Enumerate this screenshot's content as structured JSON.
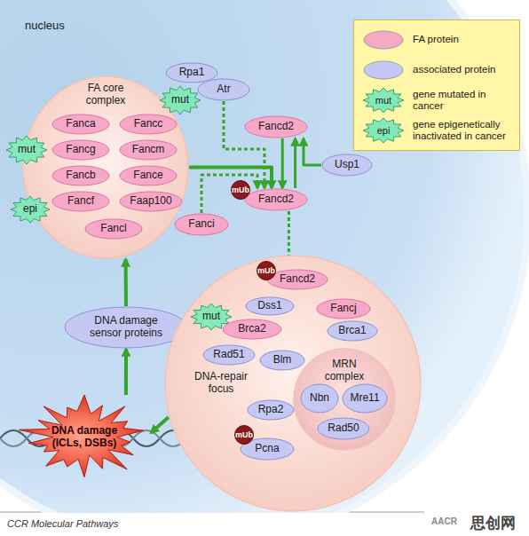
{
  "diagram": {
    "caption": "CCR Molecular Pathways",
    "nodes": [
      {
        "text": [
          "nucleus"
        ]
      },
      {
        "text": [
          "FA core complex"
        ],
        "in": 0
      },
      {
        "text": [
          "Fanca"
        ],
        "in": 1
      },
      {
        "text": [
          "Fancc"
        ],
        "in": 1
      },
      {
        "text": [
          "Fancg"
        ],
        "in": 1
      },
      {
        "text": [
          "Fancm"
        ],
        "in": 1
      },
      {
        "text": [
          "Fancb"
        ],
        "in": 1
      },
      {
        "text": [
          "Fance"
        ],
        "in": 1
      },
      {
        "text": [
          "Fancf"
        ],
        "in": 1
      },
      {
        "text": [
          "Faap100"
        ],
        "in": 1
      },
      {
        "text": [
          "Fancl"
        ],
        "in": 1
      },
      {
        "text": [
          "mut"
        ],
        "in": 0
      },
      {
        "text": [
          "mut"
        ],
        "in": 0
      },
      {
        "text": [
          "epi"
        ],
        "in": 0
      },
      {
        "text": [
          "Rpa1"
        ],
        "in": 0
      },
      {
        "text": [
          "Atr"
        ],
        "in": 0
      },
      {
        "text": [
          "Fancd2"
        ],
        "in": 0
      },
      {
        "text": [
          "Fancd2"
        ],
        "in": 0
      },
      {
        "text": [
          "mUb"
        ],
        "in": 0
      },
      {
        "text": [
          "Usp1"
        ],
        "in": 0
      },
      {
        "text": [
          "Fanci"
        ],
        "in": 0
      },
      {
        "text": [
          "DNA damage sensor proteins"
        ],
        "in": 0
      },
      {
        "text": [
          "DNA damage (ICLs, DSBs)"
        ],
        "in": 0
      },
      {
        "text": [
          "DNA-repair focus"
        ],
        "in": 0
      },
      {
        "text": [
          "Fancd2"
        ],
        "in": 23
      },
      {
        "text": [
          "mUb"
        ],
        "in": 23
      },
      {
        "text": [
          "mut"
        ],
        "in": 23
      },
      {
        "text": [
          "Dss1"
        ],
        "in": 23
      },
      {
        "text": [
          "Fancj"
        ],
        "in": 23
      },
      {
        "text": [
          "Brca2"
        ],
        "in": 23
      },
      {
        "text": [
          "Brca1"
        ],
        "in": 23
      },
      {
        "text": [
          "Rad51"
        ],
        "in": 23
      },
      {
        "text": [
          "Blm"
        ],
        "in": 23
      },
      {
        "text": [
          "MRN complex"
        ],
        "in": 23
      },
      {
        "text": [
          "Nbn"
        ],
        "in": 33
      },
      {
        "text": [
          "Mre11"
        ],
        "in": 33
      },
      {
        "text": [
          "Rad50"
        ],
        "in": 33
      },
      {
        "text": [
          "Rpa2"
        ],
        "in": 23
      },
      {
        "text": [
          "Pcna"
        ],
        "in": 23
      },
      {
        "text": [
          "mUb"
        ],
        "in": 23
      }
    ],
    "edges": [
      {
        "from": 1,
        "to": 17,
        "arrow": "to"
      },
      {
        "from": 15,
        "to": 17,
        "arrow": "to"
      },
      {
        "from": 16,
        "to": 17,
        "arrow": "to"
      },
      {
        "from": 17,
        "to": 16,
        "arrow": "to"
      },
      {
        "from": 19,
        "to": 16,
        "arrow": "to"
      },
      {
        "from": 20,
        "to": 17,
        "arrow": "to"
      },
      {
        "from": 17,
        "to": 24,
        "arrow": "to"
      },
      {
        "from": 22,
        "to": 21,
        "arrow": "to"
      },
      {
        "from": 21,
        "to": 1,
        "arrow": "to"
      },
      {
        "from": 23,
        "to": 22,
        "arrow": "to"
      }
    ],
    "labels": [
      "mut",
      "epi",
      "AACR",
      "思创网"
    ],
    "legend": [
      {
        "text": "FA protein",
        "color": "#f7a8c8"
      },
      {
        "text": "associated protein",
        "color": "#c5c8f2"
      },
      {
        "text": "gene mutated in cancer"
      },
      {
        "text": "gene epigenetically inactivated in cancer"
      }
    ]
  }
}
